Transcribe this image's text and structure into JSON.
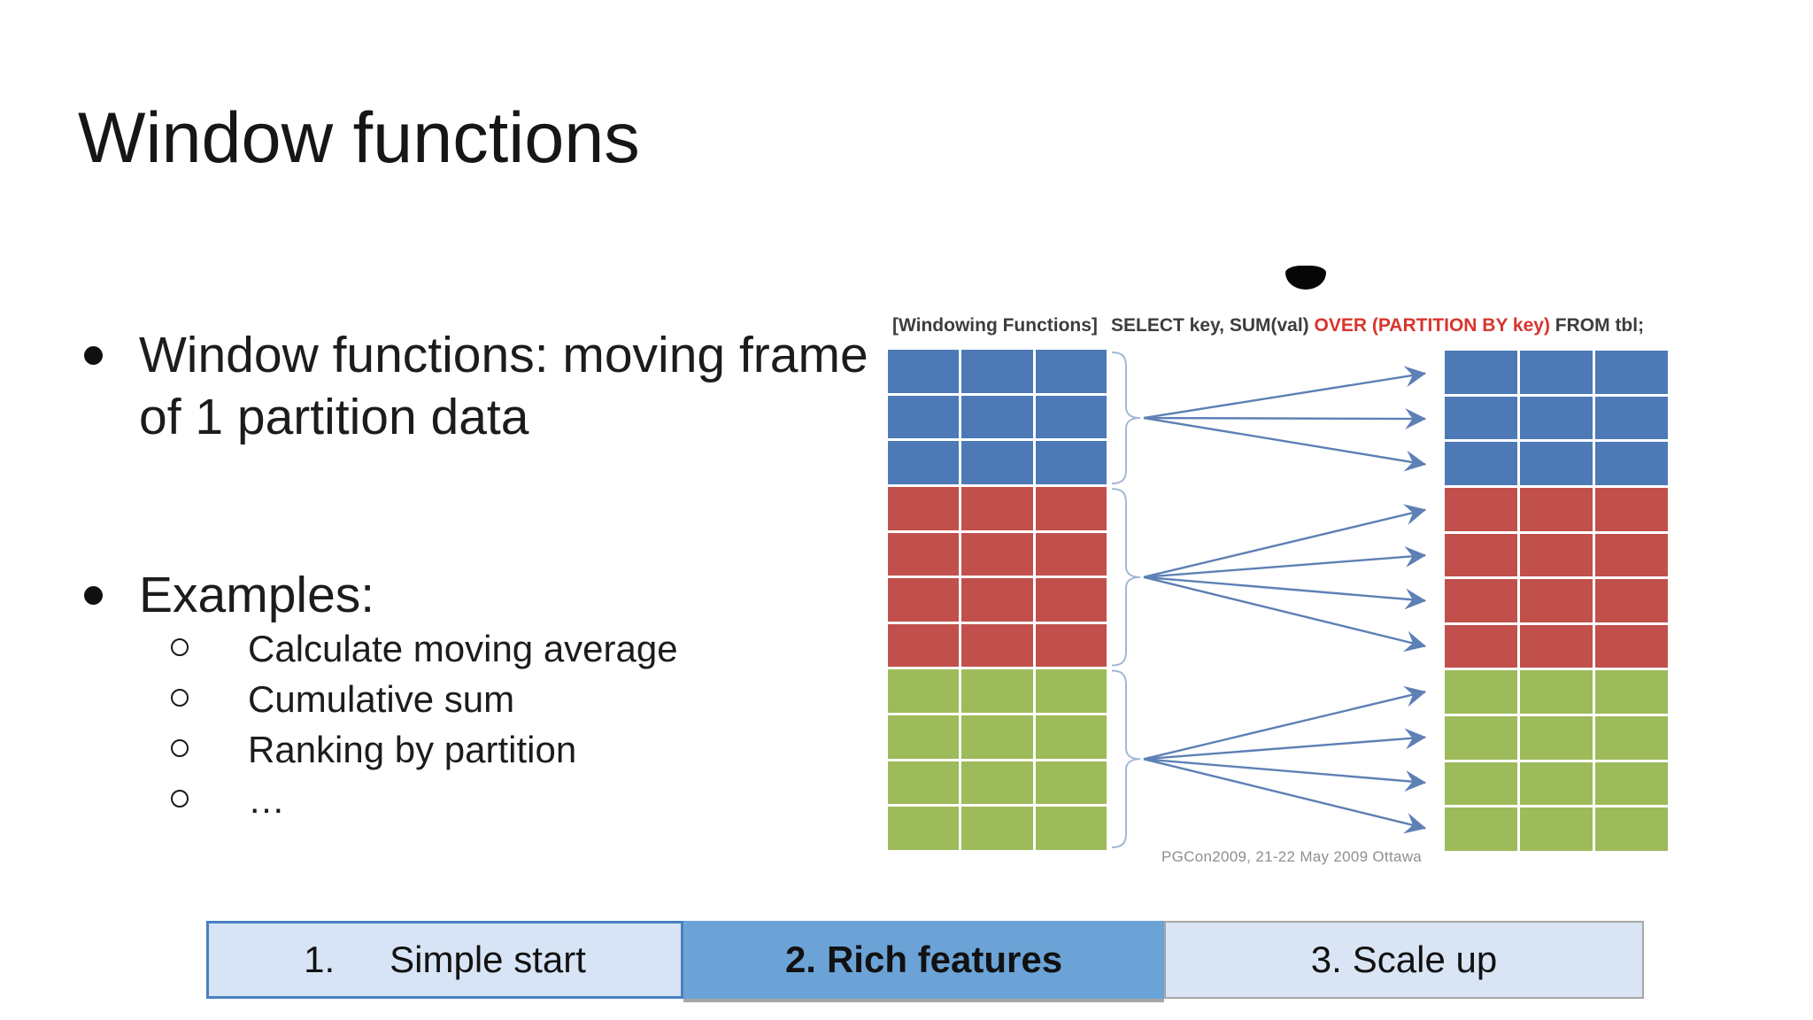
{
  "slide": {
    "title": "Window functions",
    "bullets": [
      {
        "level": 1,
        "lines": [
          "Window functions: moving frame",
          "of 1 partition data"
        ]
      },
      {
        "level": 1,
        "lines": [
          "Examples:"
        ]
      },
      {
        "level": 2,
        "lines": [
          "Calculate moving average"
        ]
      },
      {
        "level": 2,
        "lines": [
          "Cumulative sum"
        ]
      },
      {
        "level": 2,
        "lines": [
          "Ranking by partition"
        ]
      },
      {
        "level": 2,
        "lines": [
          "…"
        ]
      }
    ]
  },
  "diagram": {
    "label": "[Windowing Functions]",
    "sql_before": "SELECT key, SUM(val) ",
    "sql_highlight": "OVER (PARTITION BY key)",
    "sql_after": " FROM tbl;",
    "credit": "PGCon2009, 21-22 May 2009 Ottawa",
    "tables": {
      "columns": 3,
      "sections": [
        {
          "name": "blue",
          "rows": 3
        },
        {
          "name": "red",
          "rows": 4
        },
        {
          "name": "green",
          "rows": 4
        }
      ]
    },
    "colors": {
      "blue": "#4d79b6",
      "red": "#c1504c",
      "green": "#9dbb5a",
      "arrow": "#5d80b5",
      "brace": "#a3b6d6",
      "sql_highlight": "#d9342e",
      "caption_text": "#3d3d3d",
      "credit_text": "#8f8f8f"
    }
  },
  "footer_tabs": [
    {
      "number": "1.",
      "label": "Simple start",
      "active": false
    },
    {
      "number": "2.",
      "label": "Rich features",
      "active": true
    },
    {
      "number": "3.",
      "label": "Scale up",
      "active": false
    }
  ]
}
